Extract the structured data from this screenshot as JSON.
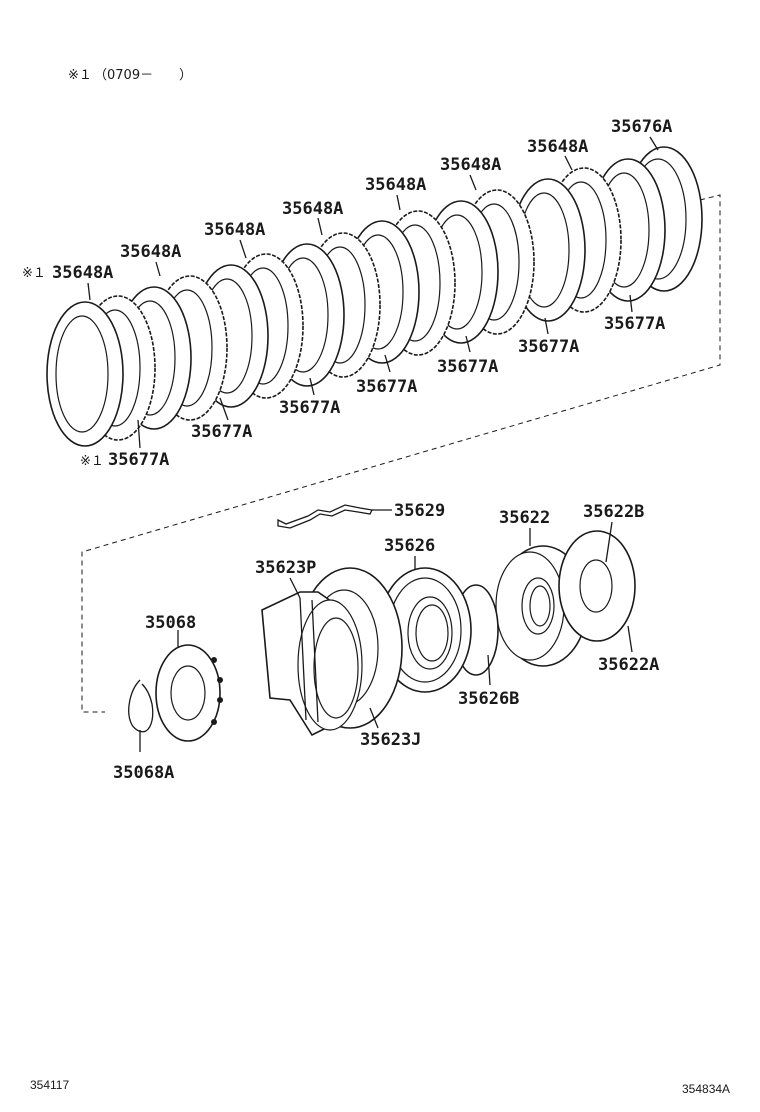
{
  "note": {
    "mark": "※１",
    "range": "（0709－　　）"
  },
  "parts": {
    "p35676A": "35676A",
    "p35648A": "35648A",
    "p35677A": "35677A",
    "p35629": "35629",
    "p35622": "35622",
    "p35622B": "35622B",
    "p35622A": "35622A",
    "p35626": "35626",
    "p35626B": "35626B",
    "p35623P": "35623P",
    "p35623J": "35623J",
    "p35068": "35068",
    "p35068A": "35068A"
  },
  "footer": {
    "left": "354117",
    "right": "354834A"
  }
}
